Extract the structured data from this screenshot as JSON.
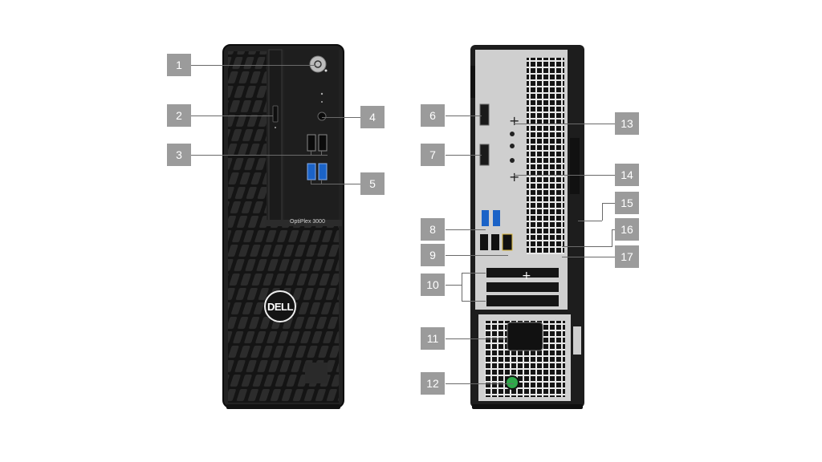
{
  "front": {
    "model_label": "OptiPlex 3000",
    "brand": "DELL"
  },
  "callouts": [
    "1",
    "2",
    "3",
    "4",
    "5",
    "6",
    "7",
    "8",
    "9",
    "10",
    "11",
    "12",
    "13",
    "14",
    "15",
    "16",
    "17"
  ]
}
